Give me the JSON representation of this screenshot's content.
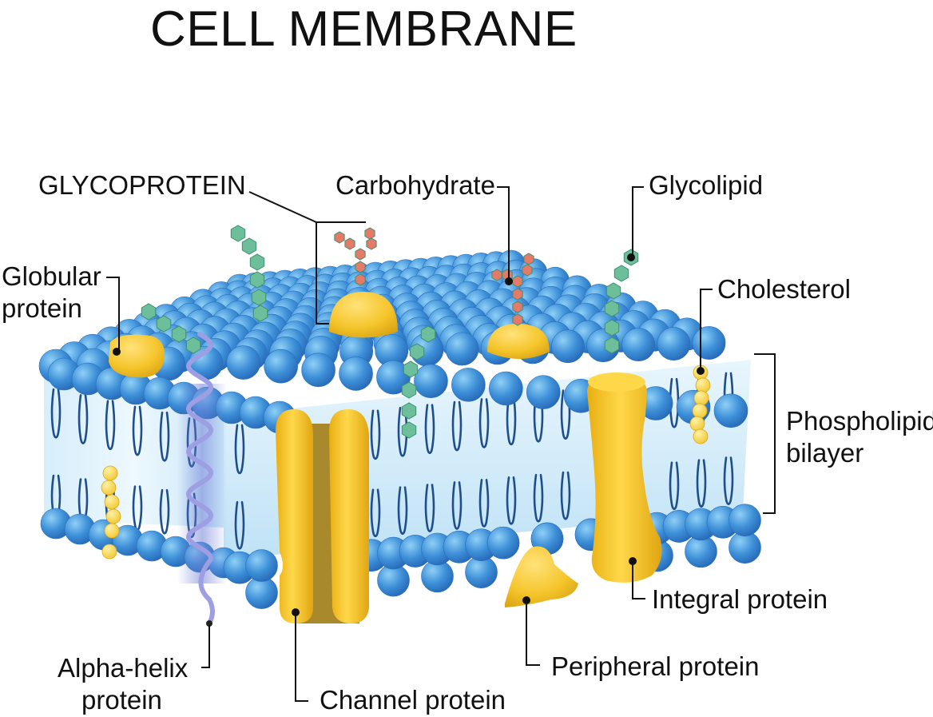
{
  "title": "CELL MEMBRANE",
  "labels": {
    "glycoprotein": "GLYCOPROTEIN",
    "carbohydrate": "Carbohydrate",
    "glycolipid": "Glycolipid",
    "globular_line1": "Globular",
    "globular_line2": "protein",
    "cholesterol": "Cholesterol",
    "phospholipid_line1": "Phospholipid",
    "phospholipid_line2": "bilayer",
    "integral": "Integral protein",
    "peripheral": "Peripheral protein",
    "channel": "Channel protein",
    "alpha_line1": "Alpha-helix",
    "alpha_line2": "protein"
  },
  "colors": {
    "head_blue": "#3d8fd8",
    "head_blue_light": "#7cc0f0",
    "head_blue_dark": "#2566b5",
    "tail_blue": "#1e4f8c",
    "core_fill": "#cfeaf9",
    "protein_yellow": "#f5c52b",
    "protein_yellow_dark": "#c89810",
    "channel_core": "#a88a2c",
    "sugar_green": "#6cbf9a",
    "sugar_red": "#e57a68",
    "helix_purple": "#8e8fd6",
    "leader_line": "#111111"
  }
}
